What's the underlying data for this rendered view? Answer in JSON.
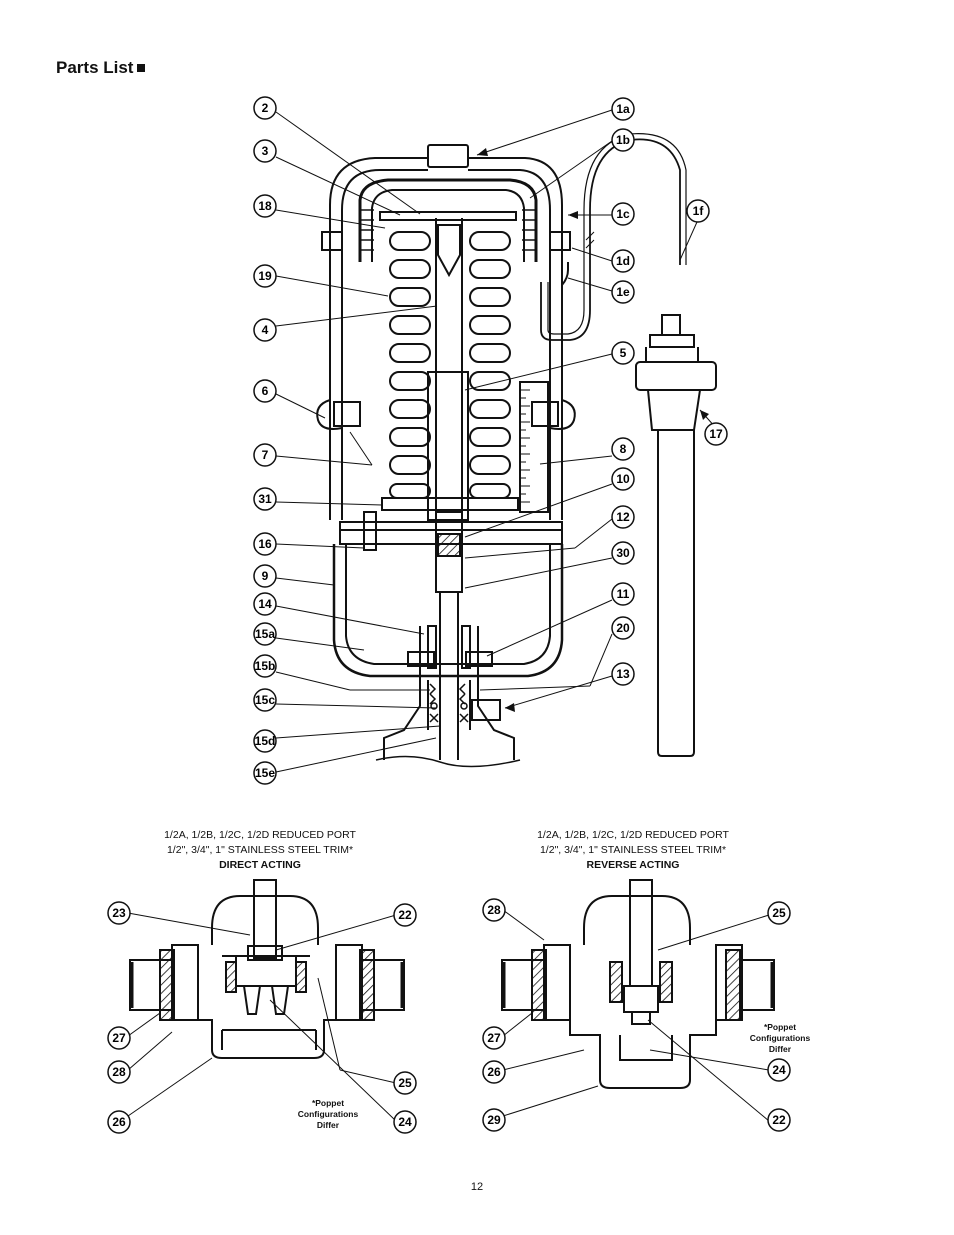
{
  "page": {
    "title": "Parts List",
    "page_number": "12"
  },
  "main_diagram": {
    "callouts": [
      "2",
      "3",
      "18",
      "19",
      "4",
      "6",
      "7",
      "31",
      "16",
      "9",
      "14",
      "15a",
      "15b",
      "15c",
      "15d",
      "15e",
      "1a",
      "1b",
      "1c",
      "1d",
      "1e",
      "1f",
      "5",
      "17",
      "8",
      "10",
      "12",
      "30",
      "11",
      "20",
      "13"
    ]
  },
  "direct_acting": {
    "caption_line1": "1/2A, 1/2B, 1/2C, 1/2D REDUCED PORT",
    "caption_line2": "1/2\", 3/4\", 1\" STAINLESS STEEL TRIM*",
    "caption_line3": "DIRECT ACTING",
    "note_line1": "*Poppet",
    "note_line2": "Configurations",
    "note_line3": "Differ",
    "callouts": [
      "23",
      "22",
      "27",
      "28",
      "26",
      "25",
      "24"
    ]
  },
  "reverse_acting": {
    "caption_line1": "1/2A, 1/2B, 1/2C, 1/2D REDUCED PORT",
    "caption_line2": "1/2\", 3/4\", 1\" STAINLESS STEEL TRIM*",
    "caption_line3": "REVERSE ACTING",
    "note_line1": "*Poppet",
    "note_line2": "Configurations",
    "note_line3": "Differ",
    "callouts": [
      "28",
      "25",
      "27",
      "26",
      "24",
      "29",
      "22"
    ]
  }
}
